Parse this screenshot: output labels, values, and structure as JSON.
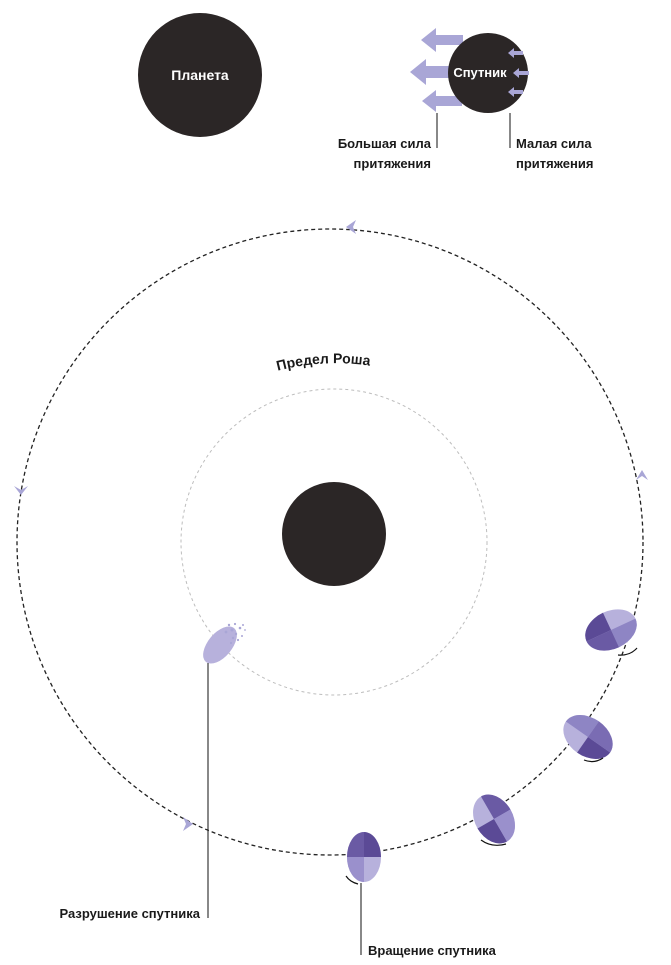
{
  "labels": {
    "planet": "Планета",
    "satellite": "Спутник",
    "big_force_line1": "Большая сила",
    "big_force_line2": "притяжения",
    "small_force_line1": "Малая сила",
    "small_force_line2": "притяжения",
    "roche_limit": "Предел Роша",
    "destruction": "Разрушение спутника",
    "rotation": "Вращение спутника"
  },
  "colors": {
    "body": "#2b2626",
    "arrow": "#a9a6d6",
    "moon_dark": "#5b4a96",
    "moon_light": "#b7b1dc",
    "moon_fill": "#8e85c4",
    "orbit": "#222222",
    "roche_circle": "#bdbdbd"
  }
}
